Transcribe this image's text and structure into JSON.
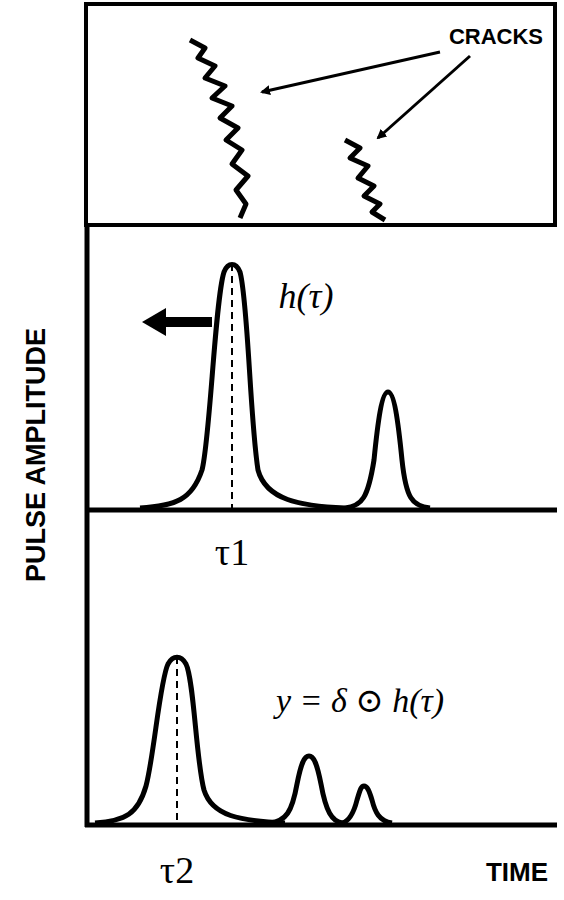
{
  "diagram": {
    "nodes": [
      {
        "text": [
          "CRACKS"
        ]
      }
    ],
    "labels": [
      "PULSE AMPLITUDE",
      "h(τ)",
      "τ1",
      "y = δ ⊙ h(τ)",
      "τ2",
      "TIME"
    ]
  }
}
